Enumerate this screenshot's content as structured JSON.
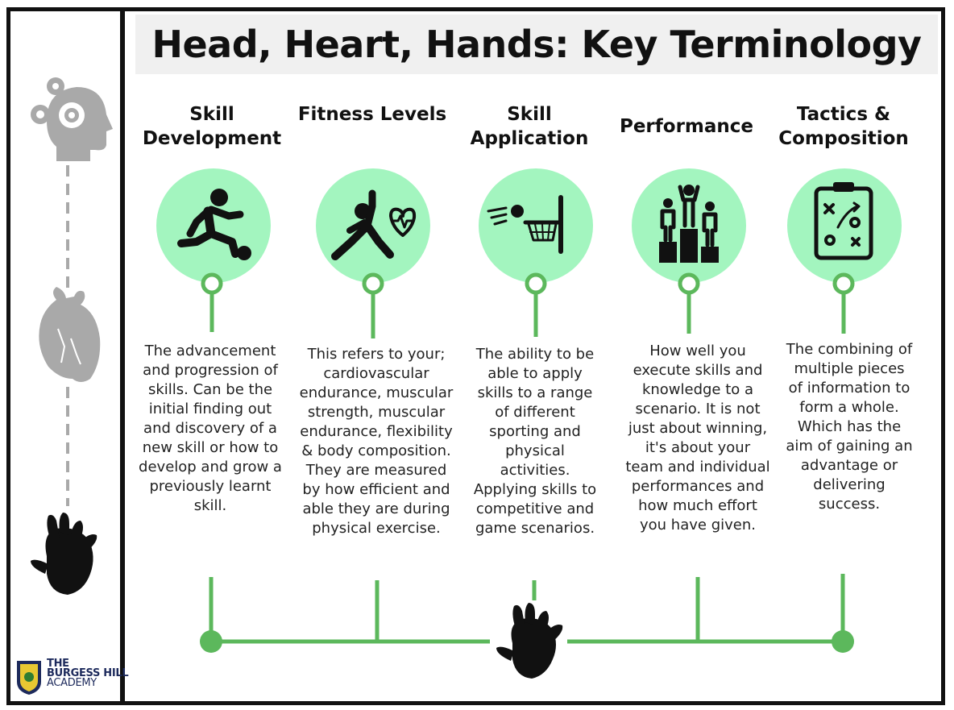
{
  "title": "Head, Heart, Hands: Key Terminology",
  "columns": [
    {
      "title": "Skill Development",
      "icon": "football-player-icon",
      "description": "The advancement and progression of skills. Can be the initial finding out and discovery of a new skill or how to develop and grow a previously learnt skill."
    },
    {
      "title": "Fitness Levels",
      "icon": "fitness-heartbeat-icon",
      "description": "This refers to your; cardiovascular endurance, muscular strength, muscular endurance, flexibility & body composition. They are measured by how efficient and able they are during physical exercise."
    },
    {
      "title": "Skill Application",
      "icon": "basketball-hoop-icon",
      "description": "The ability to be able to apply skills to a range of different sporting and physical activities. Applying skills to competitive and game scenarios."
    },
    {
      "title": "Performance",
      "icon": "podium-icon",
      "description": "How well you execute skills and knowledge to a scenario. It is not just about winning, it's about your team and individual performances and how much effort you have given."
    },
    {
      "title": "Tactics & Composition",
      "icon": "tactics-clipboard-icon",
      "description": "The combining of multiple pieces of information to form a whole. Which has the aim of gaining an advantage or delivering success."
    }
  ],
  "sidebar": {
    "icons": [
      "head-gears-icon",
      "heart-icon",
      "handprint-icon"
    ]
  },
  "logo": {
    "line1": "THE",
    "line2": "BURGESS HILL",
    "line3": "ACADEMY"
  },
  "colors": {
    "accent_green": "#5cb85c",
    "circle_green": "#a3f5bf",
    "icon_grey": "#a9a9a9",
    "logo_navy": "#1d2a5c"
  }
}
